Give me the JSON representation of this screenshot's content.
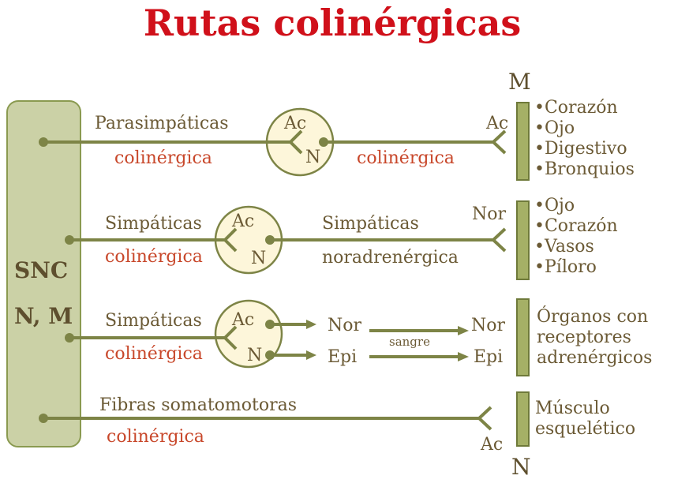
{
  "title": "Rutas colinérgicas",
  "colors": {
    "title": "#d0101a",
    "line": "#7d8446",
    "snc_fill": "#cbd1a6",
    "node_fill": "#fdf6da",
    "effector": "#a5b066",
    "text": "#6b5a35",
    "accent": "#c8472a"
  },
  "snc": {
    "label": "SNC",
    "receptors": "N, M"
  },
  "rows": [
    {
      "pre_label": "Parasimpáticas",
      "pre_type": "colinérgica",
      "ganglion_in": "Ac",
      "ganglion_rec": "N",
      "post_type": "colinérgica",
      "end_label": "Ac",
      "receptor": "M",
      "targets": [
        "•Corazón",
        "•Ojo",
        "•Digestivo",
        "•Bronquios"
      ]
    },
    {
      "pre_label": "Simpáticas",
      "pre_type": "colinérgica",
      "ganglion_in": "Ac",
      "ganglion_rec": "N",
      "post_label": "Simpáticas",
      "post_type": "noradrenérgica",
      "end_label": "Nor",
      "targets": [
        "•Ojo",
        "•Corazón",
        "•Vasos",
        "•Píloro"
      ]
    },
    {
      "pre_label": "Simpáticas",
      "pre_type": "colinérgica",
      "ganglion_in": "Ac",
      "ganglion_rec": "N",
      "release_1": "Nor",
      "release_2": "Epi",
      "via": "sangre",
      "arrive_1": "Nor",
      "arrive_2": "Epi",
      "targets": [
        "Órganos con",
        "receptores",
        "adrenérgicos"
      ]
    },
    {
      "pre_label": "Fibras somatomotoras",
      "pre_type": "colinérgica",
      "end_label": "Ac",
      "receptor": "N",
      "targets": [
        "Músculo",
        "esquelético"
      ]
    }
  ]
}
